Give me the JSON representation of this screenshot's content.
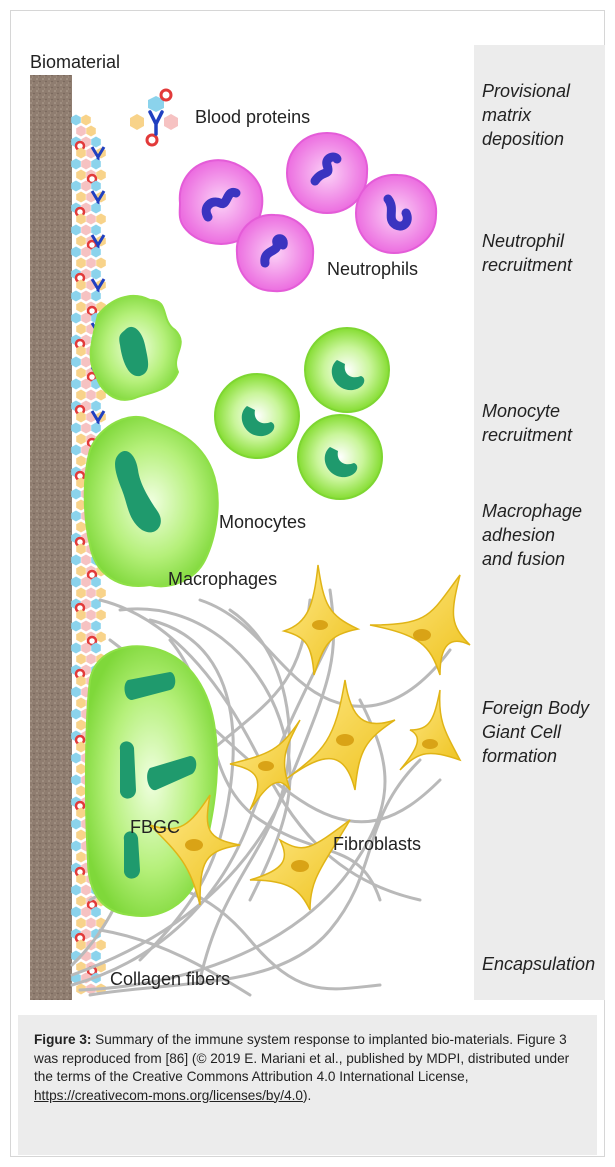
{
  "figure": {
    "labels": {
      "biomaterial": "Biomaterial",
      "blood_proteins": "Blood proteins",
      "neutrophils": "Neutrophils",
      "monocytes": "Monocytes",
      "macrophages": "Macrophages",
      "fbgc": "FBGC",
      "fibroblasts": "Fibroblasts",
      "collagen_fibers": "Collagen fibers"
    },
    "stages": [
      {
        "lines": [
          "Provisional",
          "matrix",
          "deposition"
        ]
      },
      {
        "lines": [
          "Neutrophil",
          "recruitment"
        ]
      },
      {
        "lines": [
          "Monocyte",
          "recruitment"
        ]
      },
      {
        "lines": [
          "Macrophage",
          "adhesion",
          "and fusion"
        ]
      },
      {
        "lines": [
          "Foreign Body",
          "Giant Cell",
          "formation"
        ]
      },
      {
        "lines": [
          "Encapsulation"
        ]
      }
    ],
    "colors": {
      "biomaterial": "#8f7d70",
      "neutrophil": "#f07ae6",
      "neutrophil_nucleus": "#4a3fc9",
      "monocyte": "#a8ee60",
      "nucleus_green": "#1e9a6a",
      "fibroblast": "#f2cf2a",
      "collagen": "#b8b8b8",
      "stage_panel": "#ececec"
    }
  },
  "caption": {
    "label": "Figure 3:",
    "text_1": " Summary of the immune system response to implanted bio-materials. Figure 3 was reproduced from [86] (© 2019 E. Mariani et al., published by MDPI, distributed under the terms of the Creative Commons Attribution 4.0 International License, ",
    "link": "https://creativecom-mons.org/licenses/by/4.0",
    "text_2": ")."
  }
}
